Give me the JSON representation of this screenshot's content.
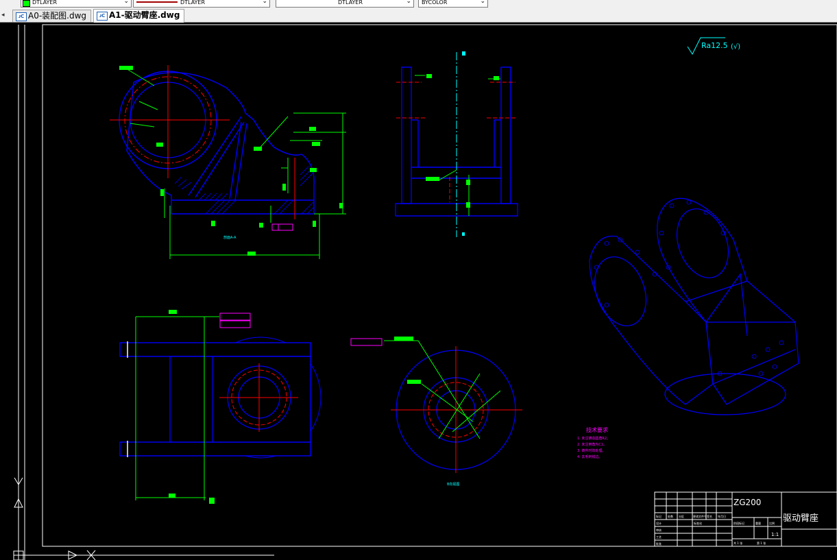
{
  "toolbar": {
    "layer_combo_1": "DTLAYER",
    "layer_combo_2": "DTLAYER",
    "layer_combo_3": "DTLAYER",
    "color_combo": "BYCOLOR"
  },
  "tabs": [
    {
      "label": "A0-装配图.dwg",
      "active": false
    },
    {
      "label": "A1-驱动臂座.dwg",
      "active": true
    }
  ],
  "drawing": {
    "roughness_symbol": "Ra12.5",
    "roughness_note": "(√)",
    "section_label": "剖面A-A",
    "view_b_label": "B向视图",
    "tech_req_title": "技术要求",
    "tech_req_lines": [
      "1. 未注铸造圆角R2。",
      "2. 未注倒角为C1。",
      "3. 铸件时效处理。",
      "4. 去毛刺锐边。"
    ],
    "title_block": {
      "material": "ZG200",
      "part_name": "驱动臂座",
      "scale": "1:1",
      "labels": [
        "标记",
        "处数",
        "分区",
        "更改文件号",
        "签名",
        "年月日",
        "设计",
        "标准化",
        "审核",
        "工艺",
        "批准",
        "阶段标记",
        "重量",
        "比例",
        "共 1 张",
        "第 1 张"
      ]
    }
  },
  "colors": {
    "line_blue": "#0000ff",
    "line_green": "#00ff00",
    "center_red": "#ff0000",
    "dim_cyan": "#00ffff",
    "tol_magenta": "#ff00ff",
    "frame_white": "#ffffff"
  }
}
